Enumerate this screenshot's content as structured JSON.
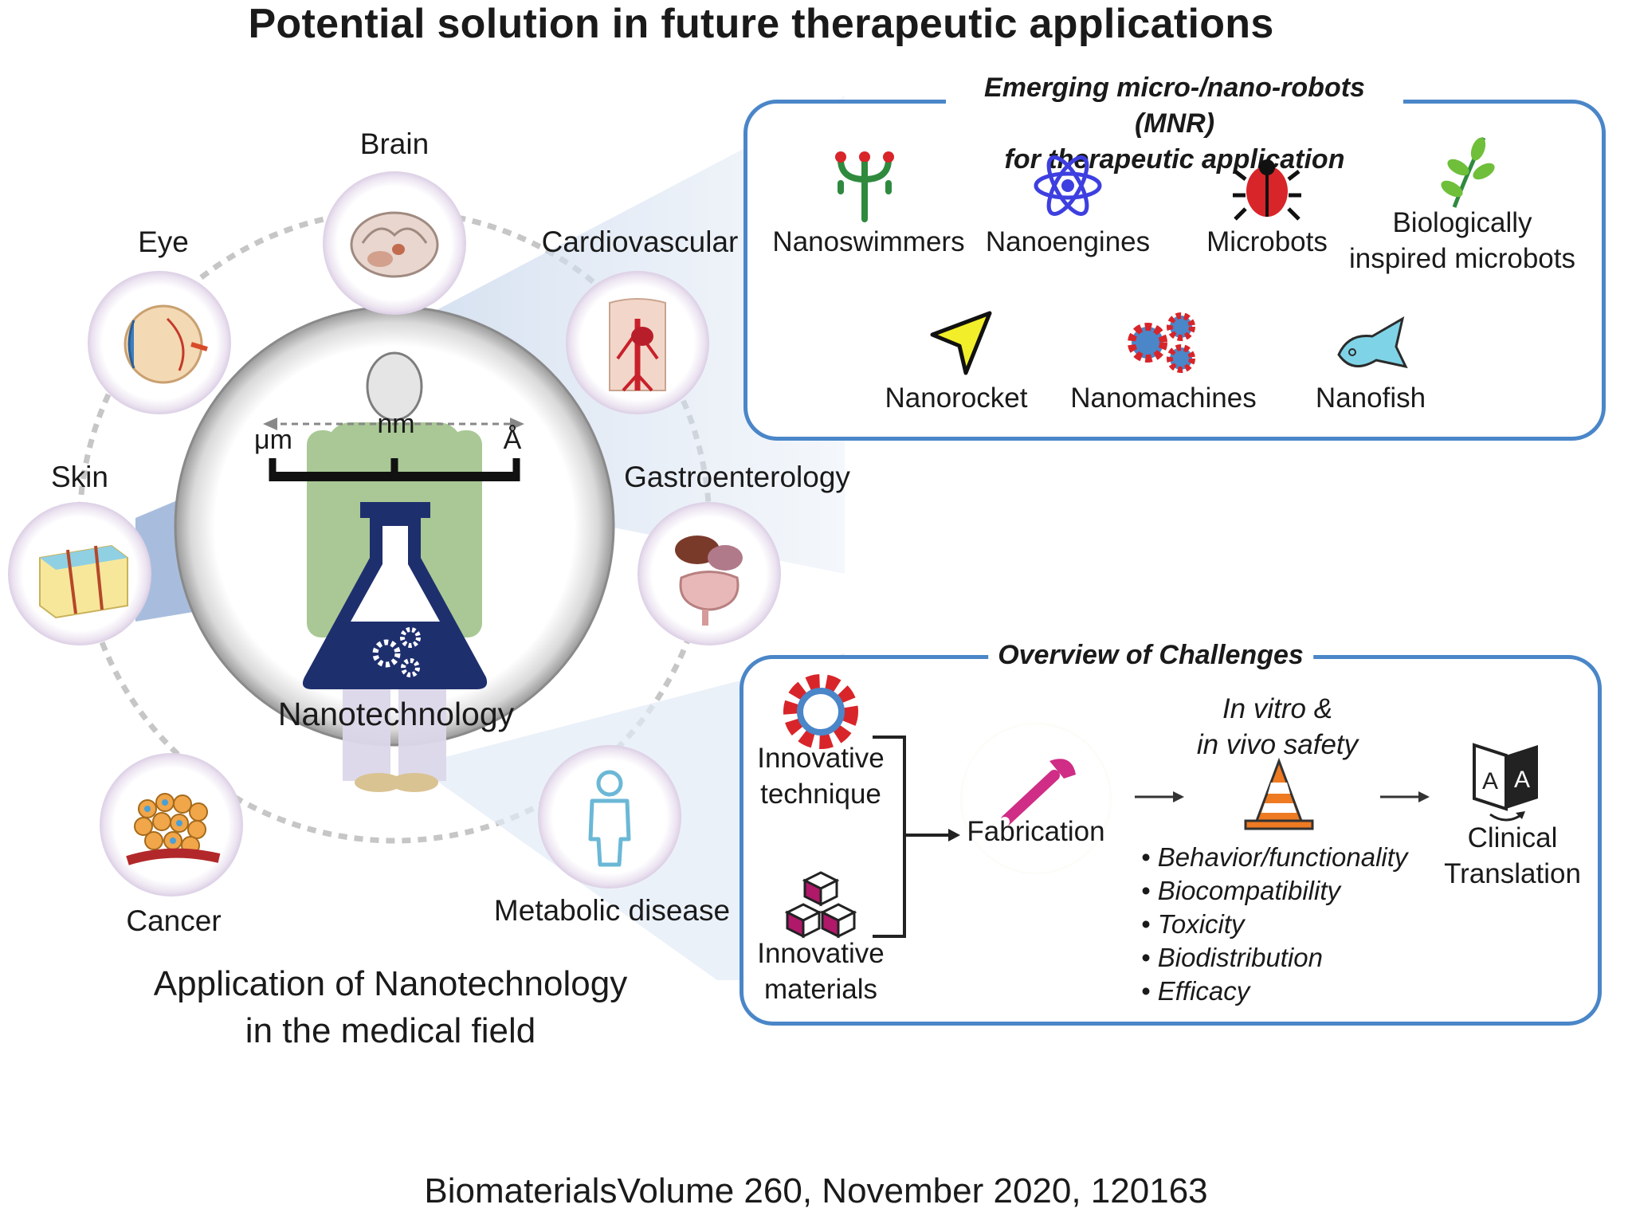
{
  "title": "Potential solution in future therapeutic applications",
  "left": {
    "organs": {
      "brain": "Brain",
      "eye": "Eye",
      "cardiovascular": "Cardiovascular",
      "skin": "Skin",
      "gastro": "Gastroenterology",
      "cancer": "Cancer",
      "metabolic": "Metabolic disease"
    },
    "scale": {
      "um": "μm",
      "nm": "nm",
      "angstrom": "Å"
    },
    "center_label": "Nanotechnology",
    "caption_line1": "Application of Nanotechnology",
    "caption_line2": "in the medical field"
  },
  "mnr_panel": {
    "title_line1": "Emerging micro-/nano-robots (MNR)",
    "title_line2": "for therapeutic application",
    "items": {
      "nanoswimmers": "Nanoswimmers",
      "nanoengines": "Nanoengines",
      "microbots": "Microbots",
      "bio_line1": "Biologically",
      "bio_line2": "inspired microbots",
      "nanorocket": "Nanorocket",
      "nanomachines": "Nanomachines",
      "nanofish": "Nanofish"
    }
  },
  "challenges_panel": {
    "title": "Overview of Challenges",
    "technique_line1": "Innovative",
    "technique_line2": "technique",
    "materials_line1": "Innovative",
    "materials_line2": "materials",
    "fabrication": "Fabrication",
    "safety_line1": "In vitro &",
    "safety_line2": "in vivo safety",
    "bullets": [
      "• Behavior/functionality",
      "• Biocompatibility",
      "• Toxicity",
      "• Biodistribution",
      "• Efficacy"
    ],
    "clinical_line1": "Clinical",
    "clinical_line2": "Translation"
  },
  "footer": "BiomaterialsVolume 260, November 2020, 120163",
  "colors": {
    "panel_border": "#4a86c8",
    "flask": "#1e2f6e",
    "organ_ring": "#b49cc7",
    "fabrication_ring": "#9ccc3a",
    "gear_red": "#d8252a",
    "nanoengine_blue": "#3d3fe0",
    "nanorocket_yellow": "#f2ee2a",
    "nanofish_cyan": "#7fd3e6",
    "swimmer_green": "#2f8a3e"
  }
}
